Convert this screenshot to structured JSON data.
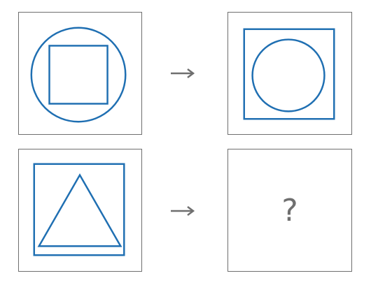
{
  "puzzle": {
    "missing_symbol": "?",
    "colors": {
      "shape_stroke": "#1f6fb2",
      "frame_stroke": "#6f6f6f",
      "arrow": "#6f6f6f",
      "question_mark": "#6f6f6f"
    },
    "panels": [
      {
        "outer_shape": "circle",
        "inner_shape": "square"
      },
      {
        "outer_shape": "square",
        "inner_shape": "circle"
      },
      {
        "outer_shape": "square",
        "inner_shape": "triangle"
      },
      {
        "outer_shape": "unknown",
        "inner_shape": "unknown"
      }
    ],
    "arrow_icon": "right-arrow-icon"
  }
}
